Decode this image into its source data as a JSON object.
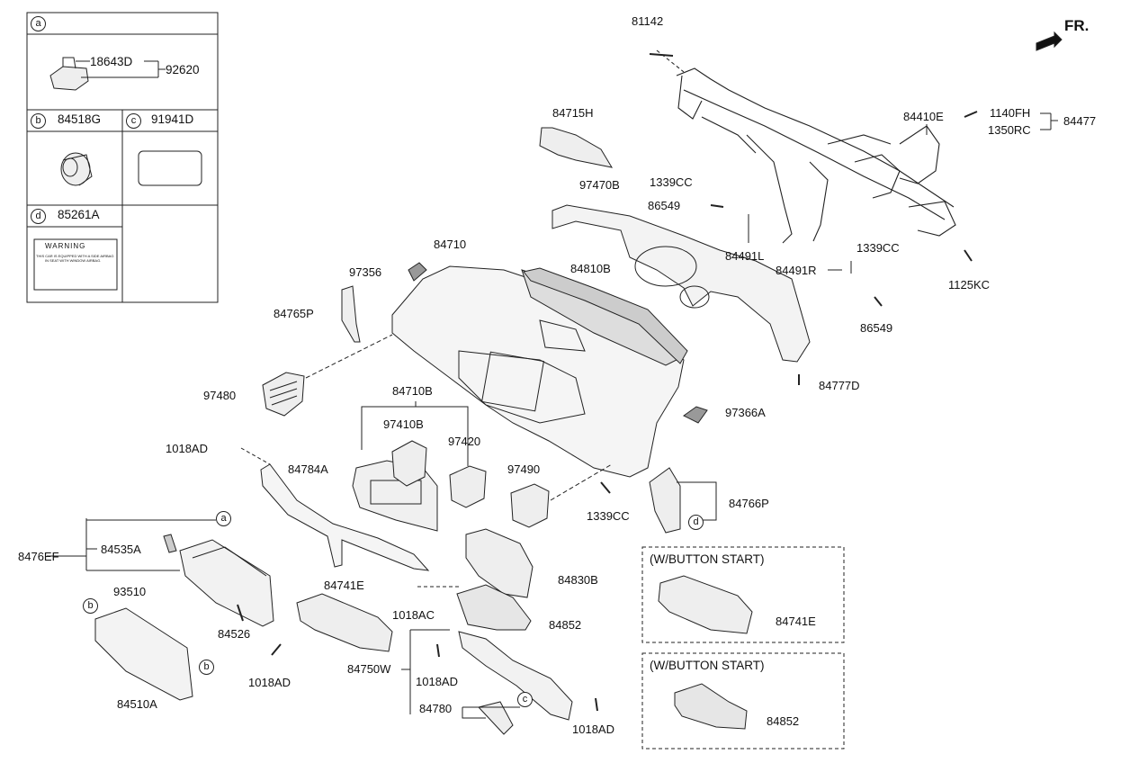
{
  "legend": {
    "a": {
      "letter": "a",
      "parts": [
        "18643D",
        "92620"
      ]
    },
    "b": {
      "letter": "b",
      "part": "84518G"
    },
    "c": {
      "letter": "c",
      "part": "91941D"
    },
    "d": {
      "letter": "d",
      "part": "85261A"
    },
    "warning_label": {
      "title": "WARNING",
      "lines": [
        "THIS CAR IS EQUIPPED WITH A SIDE AIRBAG",
        "IN SEAT WITH WINDOW AIRBAG."
      ]
    }
  },
  "direction": {
    "label": "FR."
  },
  "callouts": {
    "b1": "b",
    "b2": "b",
    "c1": "c",
    "d1": "d",
    "a1": "a"
  },
  "parts": {
    "p81142": "81142",
    "p84715H": "84715H",
    "p84410E": "84410E",
    "p1140FH": "1140FH",
    "p1350RC": "1350RC",
    "p84477": "84477",
    "p1339CC_a": "1339CC",
    "p97470B": "97470B",
    "p86549_a": "86549",
    "p84491L": "84491L",
    "p1339CC_b": "1339CC",
    "p84491R": "84491R",
    "p1125KC": "1125KC",
    "p86549_b": "86549",
    "p84710": "84710",
    "p84810B": "84810B",
    "p97356": "97356",
    "p84765P": "84765P",
    "p84777D": "84777D",
    "p97480": "97480",
    "p84710B": "84710B",
    "p97410B": "97410B",
    "p97420": "97420",
    "p97366A": "97366A",
    "p1018AD_a": "1018AD",
    "p84784A": "84784A",
    "p97490": "97490",
    "p84766P": "84766P",
    "p1339CC_c": "1339CC",
    "p8476EF": "8476EF",
    "p84535A": "84535A",
    "p93510": "93510",
    "p84526": "84526",
    "p84741E": "84741E",
    "p1018AD_b": "1018AD",
    "p84830B": "84830B",
    "p1018AC": "1018AC",
    "p84852": "84852",
    "p84750W": "84750W",
    "p1018AD_c": "1018AD",
    "p84510A": "84510A",
    "p84780": "84780",
    "p1018AD_d": "1018AD"
  },
  "variant_boxes": [
    {
      "title": "(W/BUTTON START)",
      "part": "84741E"
    },
    {
      "title": "(W/BUTTON START)",
      "part": "84852"
    }
  ]
}
